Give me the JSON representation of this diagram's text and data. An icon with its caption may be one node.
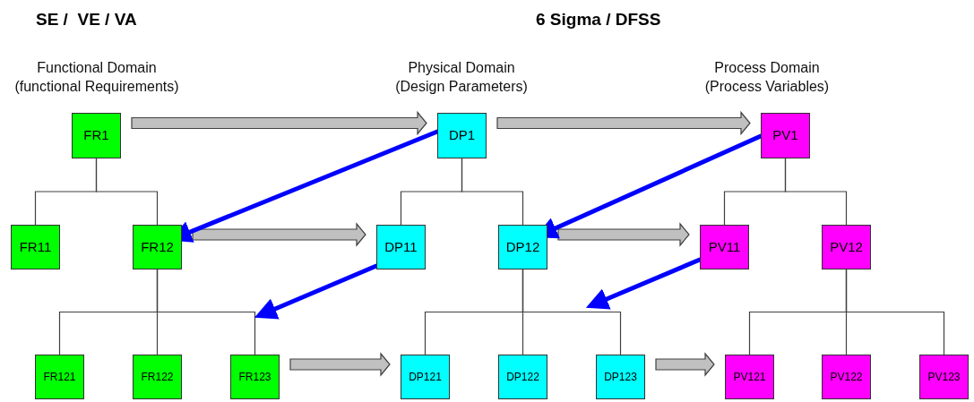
{
  "diagram": {
    "nodes": [
      {
        "text": [
          "FR1"
        ]
      },
      {
        "text": [
          "DP1"
        ]
      },
      {
        "text": [
          "PV1"
        ]
      },
      {
        "text": [
          "FR11"
        ]
      },
      {
        "text": [
          "FR12"
        ]
      },
      {
        "text": [
          "DP11"
        ]
      },
      {
        "text": [
          "DP12"
        ]
      },
      {
        "text": [
          "PV11"
        ]
      },
      {
        "text": [
          "PV12"
        ]
      },
      {
        "text": [
          "FR121"
        ]
      },
      {
        "text": [
          "FR122"
        ]
      },
      {
        "text": [
          "FR123"
        ]
      },
      {
        "text": [
          "DP121"
        ]
      },
      {
        "text": [
          "DP122"
        ]
      },
      {
        "text": [
          "DP123"
        ]
      },
      {
        "text": [
          "PV121"
        ]
      },
      {
        "text": [
          "PV122"
        ]
      },
      {
        "text": [
          "PV123"
        ]
      }
    ],
    "edges": [
      {
        "from": 0,
        "to": 3,
        "arrow": "none"
      },
      {
        "from": 0,
        "to": 4,
        "arrow": "none"
      },
      {
        "from": 4,
        "to": 9,
        "arrow": "none"
      },
      {
        "from": 4,
        "to": 10,
        "arrow": "none"
      },
      {
        "from": 4,
        "to": 11,
        "arrow": "none"
      },
      {
        "from": 1,
        "to": 5,
        "arrow": "none"
      },
      {
        "from": 1,
        "to": 6,
        "arrow": "none"
      },
      {
        "from": 6,
        "to": 12,
        "arrow": "none"
      },
      {
        "from": 6,
        "to": 13,
        "arrow": "none"
      },
      {
        "from": 6,
        "to": 14,
        "arrow": "none"
      },
      {
        "from": 2,
        "to": 7,
        "arrow": "none"
      },
      {
        "from": 2,
        "to": 8,
        "arrow": "none"
      },
      {
        "from": 8,
        "to": 15,
        "arrow": "none"
      },
      {
        "from": 8,
        "to": 16,
        "arrow": "none"
      },
      {
        "from": 8,
        "to": 17,
        "arrow": "none"
      },
      {
        "from": 0,
        "to": 1,
        "arrow": "to",
        "style": "thick",
        "color": "#c0c0c0"
      },
      {
        "from": 4,
        "to": 5,
        "arrow": "to",
        "style": "thick",
        "color": "#c0c0c0"
      },
      {
        "from": 11,
        "to": 12,
        "arrow": "to",
        "style": "thick",
        "color": "#c0c0c0"
      },
      {
        "from": 1,
        "to": 2,
        "arrow": "to",
        "style": "thick",
        "color": "#c0c0c0"
      },
      {
        "from": 6,
        "to": 7,
        "arrow": "to",
        "style": "thick",
        "color": "#c0c0c0"
      },
      {
        "from": 14,
        "to": 15,
        "arrow": "to",
        "style": "thick",
        "color": "#c0c0c0"
      },
      {
        "from": 1,
        "to": 4,
        "arrow": "to",
        "style": "thick",
        "color": "#0000ff"
      },
      {
        "from": 2,
        "to": 6,
        "arrow": "to",
        "style": "thick",
        "color": "#0000ff"
      },
      {
        "from": 5,
        "to": null,
        "arrow": "to",
        "style": "thick",
        "color": "#0000ff"
      },
      {
        "from": 7,
        "to": null,
        "arrow": "to",
        "style": "thick",
        "color": "#0000ff"
      }
    ],
    "labels": [
      "SE /  VE / VA",
      "6 Sigma / DFSS",
      "Functional Domain (functional Requirements)",
      "Physical Domain (Design Parameters)",
      "Process Domain (Process Variables)"
    ]
  }
}
